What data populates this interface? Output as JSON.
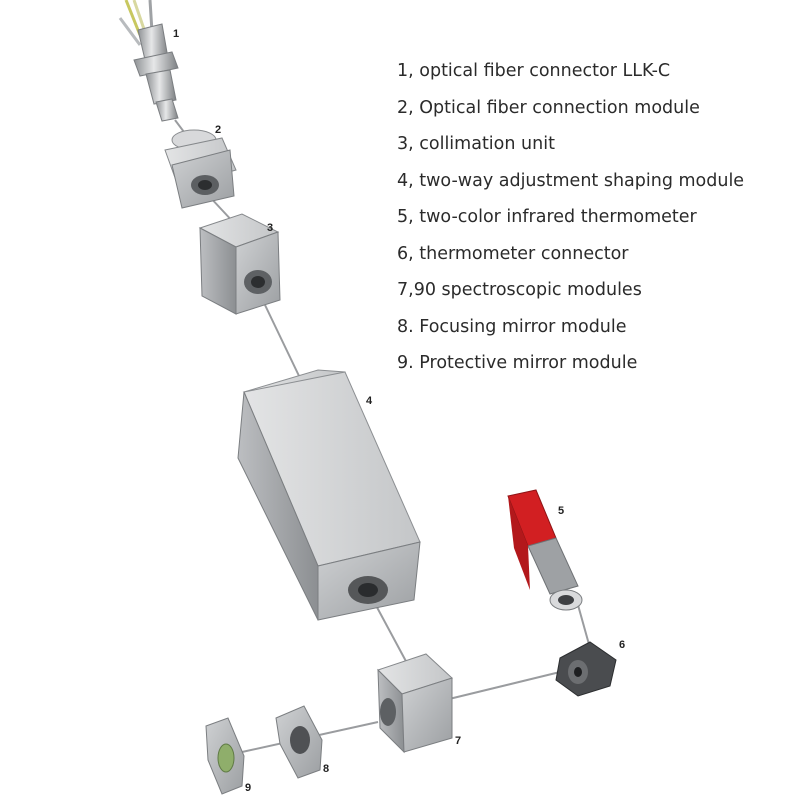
{
  "legend": [
    "1, optical fiber connector LLK-C",
    "2, Optical fiber connection module",
    "3, collimation unit",
    "4, two-way adjustment shaping module",
    "5, two-color infrared thermometer",
    "6, thermometer connector",
    "7,90 spectroscopic modules",
    "8. Focusing mirror module",
    "9. Protective mirror module"
  ],
  "part_numbers": [
    "1",
    "2",
    "3",
    "4",
    "5",
    "6",
    "7",
    "8",
    "9"
  ],
  "colors": {
    "metal_light": "#c7c9cb",
    "metal_mid": "#a5a8ab",
    "metal_dark": "#77797c",
    "thermometer_red": "#d21f22",
    "dark_part": "#4a4c4f",
    "beam_line": "#9a9c9f"
  }
}
